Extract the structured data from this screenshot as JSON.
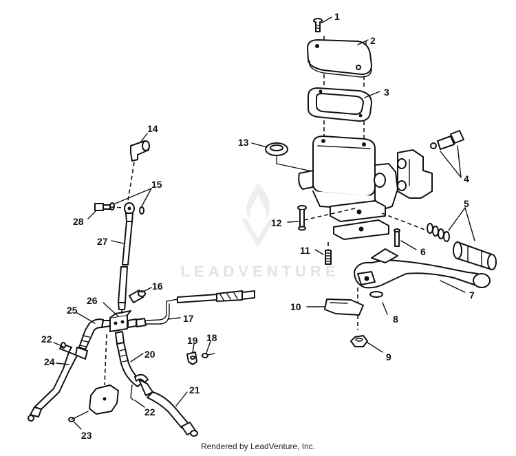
{
  "callouts": {
    "c1": "1",
    "c2": "2",
    "c3": "3",
    "c4": "4",
    "c5": "5",
    "c6": "6",
    "c7": "7",
    "c8": "8",
    "c9": "9",
    "c10": "10",
    "c11": "11",
    "c12": "12",
    "c13": "13",
    "c14": "14",
    "c15": "15",
    "c16": "16",
    "c17": "17",
    "c18": "18",
    "c19": "19",
    "c20": "20",
    "c21": "21",
    "c22a": "22",
    "c22b": "22",
    "c23": "23",
    "c24": "24",
    "c25": "25",
    "c26": "26",
    "c27": "27",
    "c28": "28"
  },
  "watermark": {
    "text": "LEADVENTURE"
  },
  "footer": {
    "text": "Rendered by LeadVenture, Inc."
  },
  "colors": {
    "line": "#111111",
    "background": "#ffffff",
    "watermark": "#e3e3e3"
  }
}
